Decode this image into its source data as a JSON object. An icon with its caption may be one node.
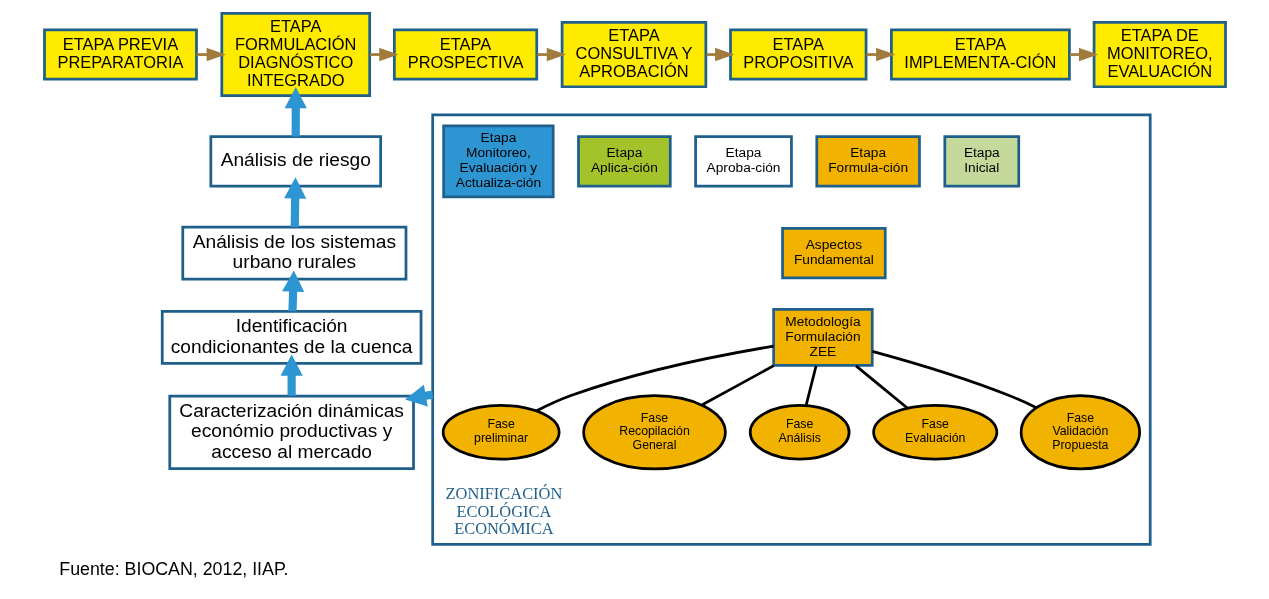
{
  "diagram": {
    "caption": "Fuente: BIOCAN, 2012, IIAP.",
    "nodes": [
      {
        "text": [
          "ETAPA PREVIA PREPARATORIA"
        ]
      },
      {
        "text": [
          "ETAPA FORMULACIÓN DIAGNÓSTICO INTEGRADO"
        ]
      },
      {
        "text": [
          "ETAPA PROSPECTIVA"
        ]
      },
      {
        "text": [
          "ETAPA CONSULTIVA Y APROBACIÓN"
        ]
      },
      {
        "text": [
          "ETAPA PROPOSITIVA"
        ]
      },
      {
        "text": [
          "ETAPA IMPLEMENTA-CIÓN"
        ]
      },
      {
        "text": [
          "ETAPA DE MONITOREO, EVALUACIÓN"
        ]
      },
      {
        "text": [
          "Análisis de riesgo"
        ]
      },
      {
        "text": [
          "Análisis de los sistemas urbano rurales"
        ]
      },
      {
        "text": [
          "Identificación condicionantes de la cuenca"
        ]
      },
      {
        "text": [
          "Caracterización dinámicas económio productivas y acceso al mercado"
        ]
      },
      {
        "text": [
          "ZONIFICACIÓN ECOLÓGICA ECONÓMICA"
        ]
      },
      {
        "text": [
          "Etapa Inicial"
        ],
        "in": 11
      },
      {
        "text": [
          "Etapa Formula-ción"
        ],
        "in": 11
      },
      {
        "text": [
          "Etapa Aproba-ción"
        ],
        "in": 11
      },
      {
        "text": [
          "Etapa Aplica-ción"
        ],
        "in": 11
      },
      {
        "text": [
          "Etapa Monitoreo, Evaluación y Actualiza-ción"
        ],
        "in": 11
      },
      {
        "text": [
          "Aspectos Fundamental"
        ],
        "in": 11
      },
      {
        "text": [
          "Metodología Formulación ZEE"
        ],
        "in": 11
      },
      {
        "text": [
          "Fase preliminar"
        ],
        "in": 11
      },
      {
        "text": [
          "Fase Recopilación General"
        ],
        "in": 11
      },
      {
        "text": [
          "Fase Análisis"
        ],
        "in": 11
      },
      {
        "text": [
          "Fase Evaluación"
        ],
        "in": 11
      },
      {
        "text": [
          "Fase Validación Propuesta"
        ],
        "in": 11
      }
    ],
    "edges": [
      {
        "from": 0,
        "to": 1,
        "arrow": "to"
      },
      {
        "from": 1,
        "to": 2,
        "arrow": "to"
      },
      {
        "from": 2,
        "to": 3,
        "arrow": "to"
      },
      {
        "from": 3,
        "to": 4,
        "arrow": "to"
      },
      {
        "from": 4,
        "to": 5,
        "arrow": "to"
      },
      {
        "from": 5,
        "to": 6,
        "arrow": "to"
      },
      {
        "from": 7,
        "to": 1,
        "arrow": "to",
        "style": "thick",
        "color": "#2e95d3"
      },
      {
        "from": 8,
        "to": 7,
        "arrow": "to",
        "style": "thick",
        "color": "#2e95d3"
      },
      {
        "from": 9,
        "to": 8,
        "arrow": "to",
        "style": "thick",
        "color": "#2e95d3"
      },
      {
        "from": 10,
        "to": 9,
        "arrow": "to",
        "style": "thick",
        "color": "#2e95d3"
      },
      {
        "from": 11,
        "to": 10,
        "arrow": "to",
        "style": "thick",
        "color": "#2e95d3"
      },
      {
        "from": 18,
        "to": 19,
        "arrow": "none",
        "color": "#000000"
      },
      {
        "from": 18,
        "to": 20,
        "arrow": "none",
        "color": "#000000"
      },
      {
        "from": 18,
        "to": 21,
        "arrow": "none",
        "color": "#000000"
      },
      {
        "from": 18,
        "to": 22,
        "arrow": "none",
        "color": "#000000"
      },
      {
        "from": 18,
        "to": 23,
        "arrow": "none",
        "color": "#000000"
      }
    ]
  }
}
